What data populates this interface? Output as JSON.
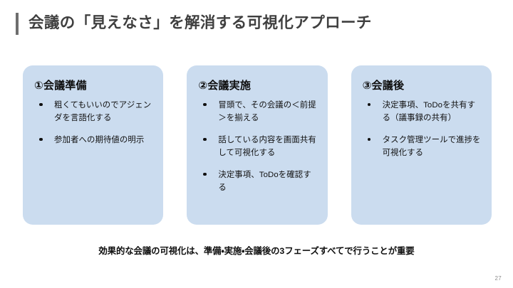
{
  "slide": {
    "title": "会議の「見えなさ」を解消する可視化アプローチ",
    "accent_color": "#6e6e6e",
    "title_color": "#3f3f3f",
    "background_color": "#ffffff",
    "card_color": "#cbdcef",
    "page_number": "27",
    "caption": "効果的な会議の可視化は、準備・実施・会議後の3フェーズすべてで行うことが重要"
  },
  "cards": [
    {
      "heading": "①会議準備",
      "items": [
        "粗くてもいいのでアジェンダを言語化する",
        "参加者への期待値の明示"
      ]
    },
    {
      "heading": "②会議実施",
      "items": [
        "冒頭で、その会議の＜前提＞を揃える",
        "話している内容を画面共有して可視化する",
        "決定事項、ToDoを確認する"
      ]
    },
    {
      "heading": "③会議後",
      "items": [
        "決定事項、ToDoを共有する（議事録の共有）",
        "タスク管理ツールで進捗を可視化する"
      ]
    }
  ]
}
